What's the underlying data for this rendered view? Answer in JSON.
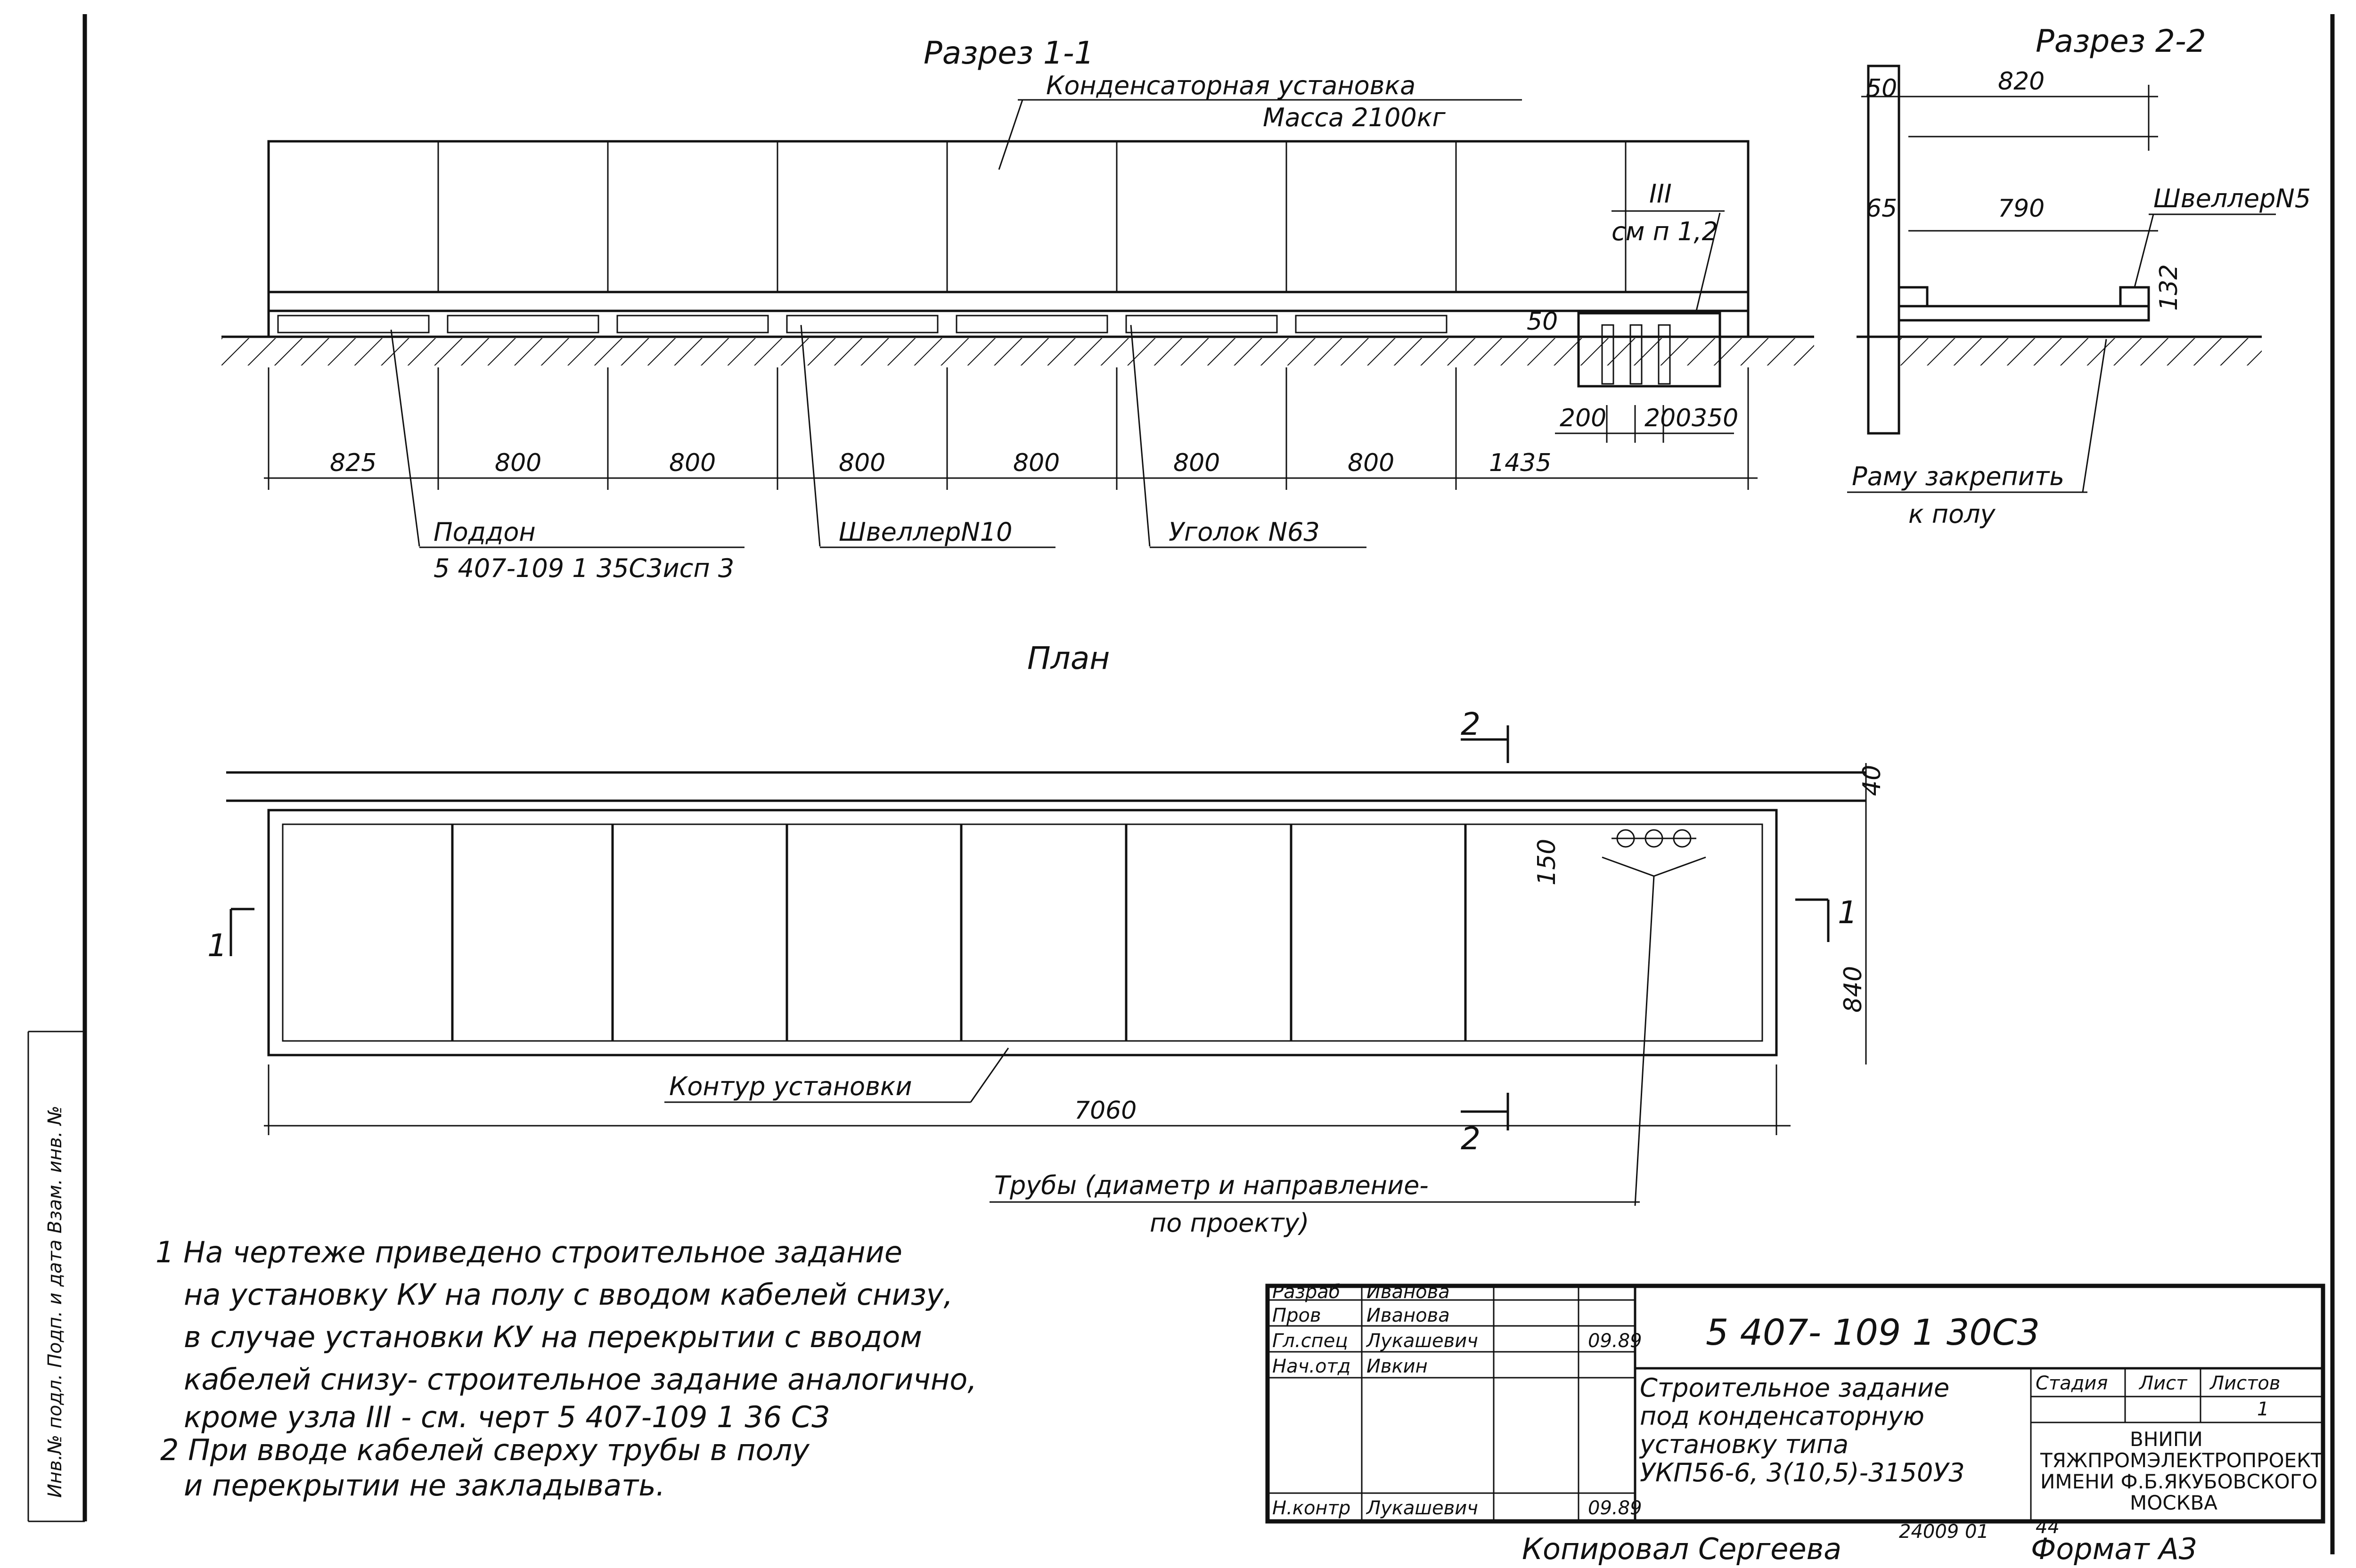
{
  "section_1_1": {
    "title": "Разрез 1-1",
    "unit_label": "Конденсаторная установка",
    "mass_label": "Масса 2100кг",
    "node_ref_top": "III",
    "node_ref_bottom": "см п 1,2",
    "dim_height": "50",
    "dims_bottom": [
      "825",
      "800",
      "800",
      "800",
      "800",
      "800",
      "800",
      "1435"
    ],
    "dims_pipes": [
      "200",
      "200",
      "350"
    ],
    "tray_label": "Поддон",
    "tray_ref": "5 407-109 1 35С3исп 3",
    "channel_label": "ШвеллерN10",
    "angle_label": "Уголок N63"
  },
  "section_2_2": {
    "title": "Разрез 2-2",
    "dim_top": "820",
    "dim_mid": "790",
    "dim_left_top": "50",
    "dim_left_mid": "65",
    "dim_right": "132",
    "channel_label": "ШвеллерN5",
    "fix_label_1": "Раму закрепить",
    "fix_label_2": "к полу"
  },
  "plan": {
    "title": "План",
    "cut_mark_2": "2",
    "cut_mark_1": "1",
    "dim_width": "840",
    "dim_overhang": "40",
    "dim_pipe_offset": "150",
    "dim_length": "7060",
    "contour_label": "Контур установки",
    "pipes_label_1": "Трубы (диаметр и направление-",
    "pipes_label_2": "по проекту)"
  },
  "notes": [
    "1 На чертеже приведено строительное задание",
    "на установку КУ на полу с вводом кабелей снизу,",
    "в случае установки КУ на перекрытии с вводом",
    "кабелей снизу- строительное задание аналогично,",
    "кроме узла  III - см. черт  5 407-109 1 36 С3",
    "2  При вводе  кабелей сверху трубы в полу",
    "и перекрытии не закладывать."
  ],
  "title_block": {
    "roles": [
      {
        "role": "Разраб",
        "name": "Иванова",
        "date": ""
      },
      {
        "role": "Пров",
        "name": "Иванова",
        "date": ""
      },
      {
        "role": "Гл.спец",
        "name": "Лукашевич",
        "date": "09.89"
      },
      {
        "role": "Нач.отд",
        "name": "Ивкин",
        "date": ""
      },
      {
        "role": "Н.контр",
        "name": "Лукашевич",
        "date": "09.89"
      }
    ],
    "doc_code": "5 407- 109  1  30С3",
    "description": [
      "Строительное задание",
      "под конденсаторную",
      "установку  типа",
      "УКП56-6, 3(10,5)-3150У3"
    ],
    "stage_header": "Стадия",
    "sheet_header": "Лист",
    "sheets_header": "Листов",
    "sheets_value": "1",
    "org": [
      "ВНИПИ",
      "ТЯЖПРОМЭЛЕКТРОПРОЕКТ",
      "ИМЕНИ Ф.Б.ЯКУБОВСКОГО",
      "МОСКВА"
    ]
  },
  "footer": {
    "copied_by": "Копировал  Сергеева",
    "archive_no": "24009  01",
    "page_no": "44",
    "format": "Формат А3"
  },
  "side_stamp": {
    "text": "Инв.№ подл.   Подп. и дата   Взам. инв. №"
  }
}
